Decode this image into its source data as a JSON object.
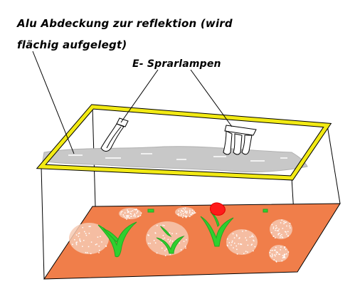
{
  "labels": {
    "cover_line1": "Alu Abdeckung zur reflektion (wird",
    "cover_line2": "flächig aufgelegt)",
    "lamps": "E- Sprarlampen"
  },
  "colors": {
    "frame": "#f2ea14",
    "foil": "#c8c8c8",
    "soil": "#f07e4a",
    "plant": "#2fd02f",
    "flower": "#ff1a1a",
    "outline": "#000000"
  }
}
